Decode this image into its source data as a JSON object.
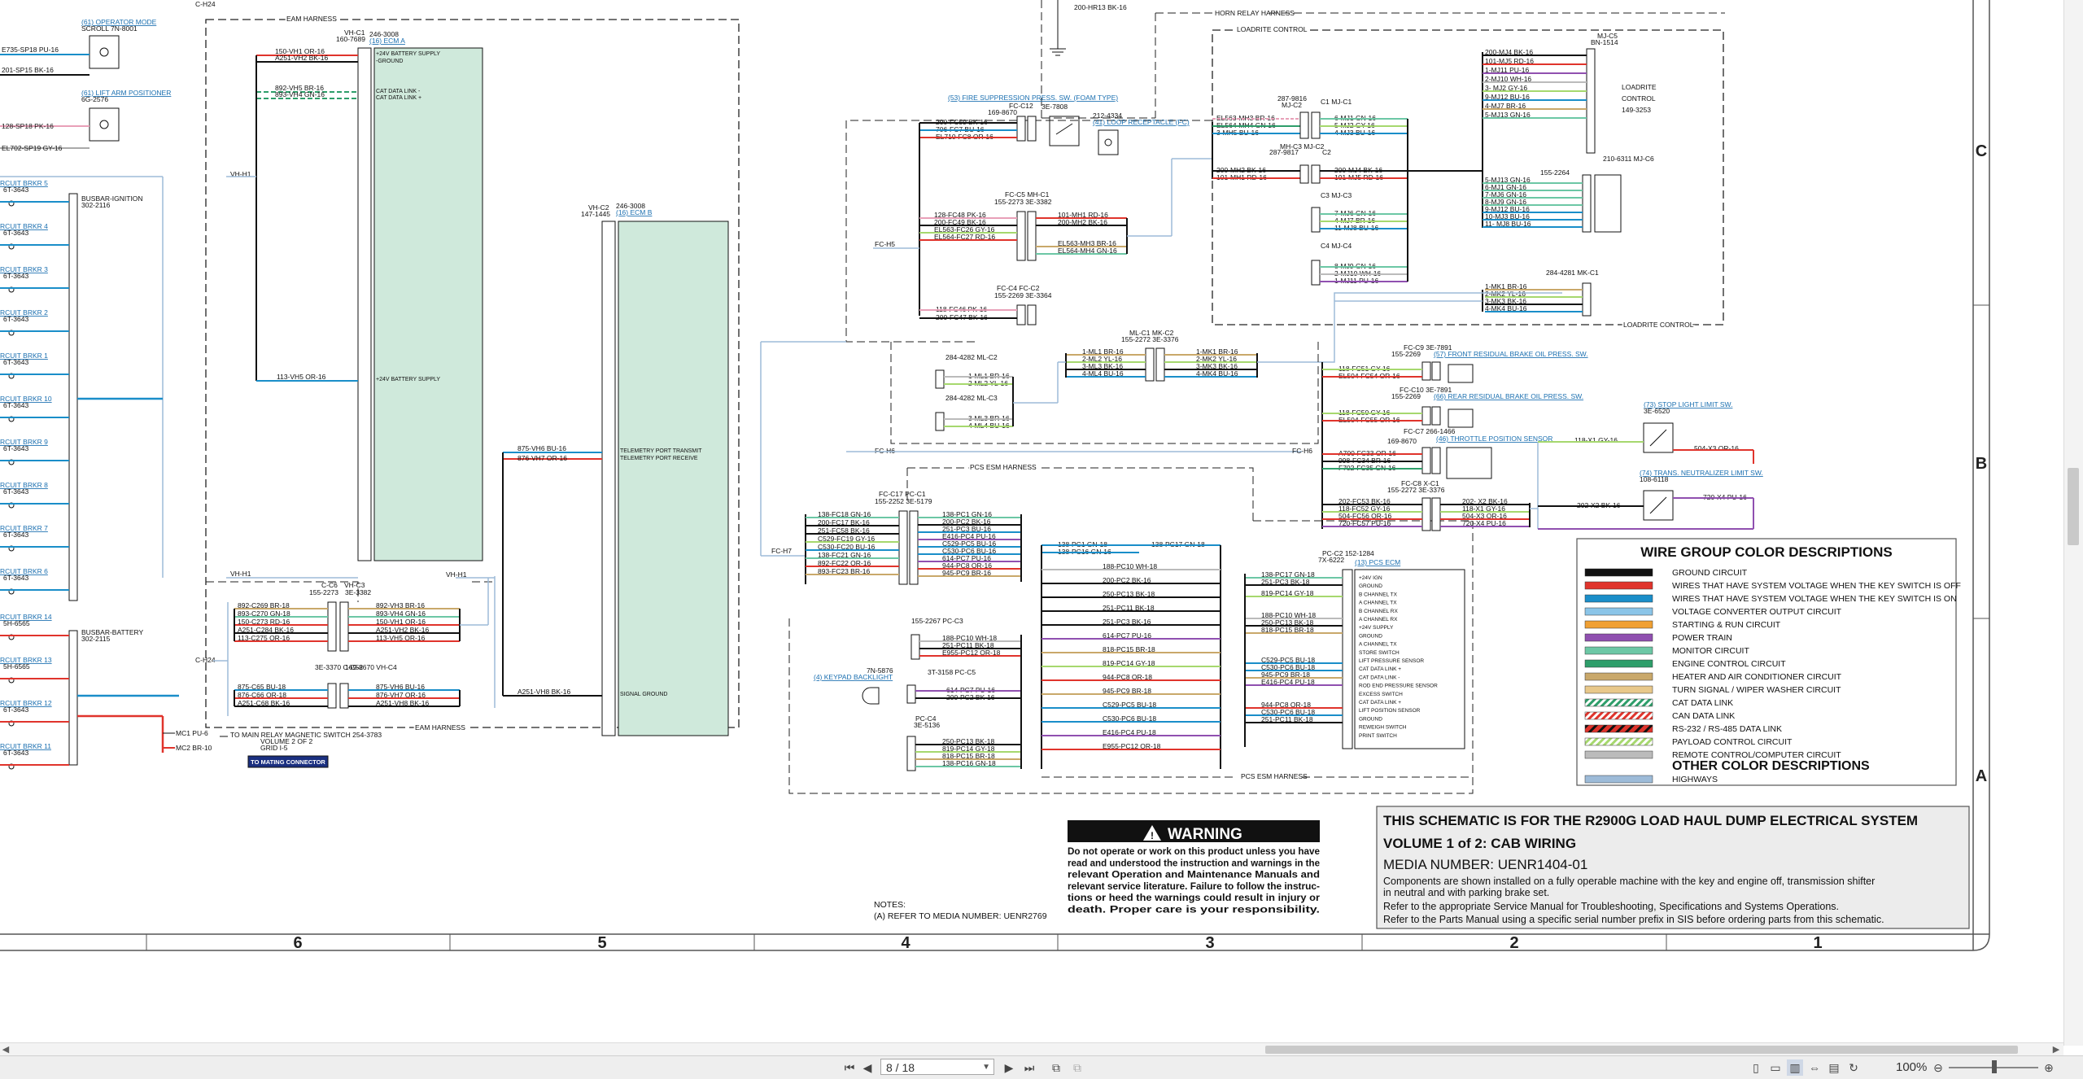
{
  "document": {
    "titleblock": {
      "line1": "THIS SCHEMATIC IS FOR THE R2900G LOAD HAUL DUMP ELECTRICAL SYSTEM",
      "line2": "VOLUME 1 of 2: CAB WIRING",
      "line3": "MEDIA NUMBER: UENR1404-01",
      "line4": "Components are shown installed on a fully operable machine with the key and engine off, transmission shifter",
      "line5": "in neutral and with parking brake set.",
      "line6": "Refer to the appropriate Service Manual for Troubleshooting, Specifications and Systems Operations.",
      "line7": "Refer to the Parts Manual using a specific serial number prefix in SIS before ordering parts from this schematic."
    },
    "warning": {
      "title": "WARNING",
      "lines": [
        "Do not operate or work on this product unless you have",
        "read and understood the instruction and warnings in the",
        "relevant Operation and Maintenance Manuals and",
        "relevant service literature. Failure to follow the instruc-",
        "tions or heed the warnings could result in injury or",
        "death. Proper care is your responsibility."
      ]
    },
    "notes": {
      "title": "NOTES:",
      "item": "(A) REFER TO MEDIA NUMBER: UENR2769"
    },
    "legend": {
      "title": "WIRE GROUP COLOR DESCRIPTIONS",
      "items": [
        {
          "label": "GROUND CIRCUIT",
          "color": "#111111",
          "style": "solid"
        },
        {
          "label": "WIRES THAT HAVE SYSTEM VOLTAGE WHEN THE KEY SWITCH IS OFF",
          "color": "#e0342c",
          "style": "solid"
        },
        {
          "label": "WIRES THAT HAVE SYSTEM VOLTAGE WHEN THE KEY SWITCH IS ON",
          "color": "#1a8ec9",
          "style": "solid"
        },
        {
          "label": "VOLTAGE CONVERTER OUTPUT CIRCUIT",
          "color": "#8bc5e8",
          "style": "solid"
        },
        {
          "label": "STARTING & RUN CIRCUIT",
          "color": "#f0a033",
          "style": "solid"
        },
        {
          "label": "POWER TRAIN",
          "color": "#9050b0",
          "style": "solid"
        },
        {
          "label": "MONITOR CIRCUIT",
          "color": "#6cc7a5",
          "style": "solid"
        },
        {
          "label": "ENGINE CONTROL CIRCUIT",
          "color": "#2e9e6a",
          "style": "solid"
        },
        {
          "label": "HEATER AND AIR CONDITIONER CIRCUIT",
          "color": "#c9a86a",
          "style": "solid"
        },
        {
          "label": "TURN SIGNAL / WIPER WASHER CIRCUIT",
          "color": "#e8c88a",
          "style": "solid"
        },
        {
          "label": "CAT DATA LINK",
          "color": "#2e9e6a",
          "style": "dashed"
        },
        {
          "label": "CAN DATA LINK",
          "color": "#e0342c",
          "style": "dashed2"
        },
        {
          "label": "RS-232 / RS-485 DATA LINK",
          "color": "#e0342c",
          "style": "dashed3"
        },
        {
          "label": "PAYLOAD CONTROL CIRCUIT",
          "color": "#a6d86e",
          "style": "dashed"
        },
        {
          "label": "REMOTE CONTROL/COMPUTER CIRCUIT",
          "color": "#bbbbbb",
          "style": "solid"
        }
      ],
      "other_title": "OTHER COLOR DESCRIPTIONS",
      "other_items": [
        {
          "label": "HIGHWAYS",
          "color": "#9dbbd8",
          "style": "solid"
        }
      ]
    },
    "zones": {
      "columns": [
        "6",
        "5",
        "4",
        "3",
        "2",
        "1"
      ],
      "rows": [
        "C",
        "B",
        "A"
      ]
    },
    "harness_labels": {
      "eam_top": "EAM HARNESS",
      "eam_bottom": "EAM HARNESS",
      "horn": "HORN RELAY HARNESS",
      "loadrite_top": "LOADRITE CONTROL",
      "loadrite_bottom": "LOADRITE CONTROL",
      "pcs_top": "PCS ESM HARNESS",
      "pcs_bottom": "PCS ESM HARNESS"
    },
    "left_column": {
      "operator_mode": "(61) OPERATOR MODE",
      "scroll": "SCROLL 7N-8001",
      "w1": "E735-SP18 PU-16",
      "w2": "201-SP15 BK-16",
      "lift_arm": "(61) LIFT ARM POSITIONER",
      "lift_part": "6G-2576",
      "w3": "128-SP18 PK-16",
      "w4": "EL702-SP19 GY-16",
      "busbar_ign": "BUSBAR-IGNITION",
      "busbar_ign_part": "302-2116",
      "busbar_bat": "BUSBAR-BATTERY",
      "busbar_bat_part": "302-2115",
      "breakers": [
        {
          "name": "RCUIT BRKR 5",
          "part": "6T-3643"
        },
        {
          "name": "RCUIT BRKR 4",
          "part": "6T-3643"
        },
        {
          "name": "RCUIT BRKR 3",
          "part": "6T-3643"
        },
        {
          "name": "RCUIT BRKR 2",
          "part": "6T-3643"
        },
        {
          "name": "RCUIT BRKR 1",
          "part": "6T-3643"
        },
        {
          "name": "RCUIT BRKR 10",
          "part": "6T-3643"
        },
        {
          "name": "RCUIT BRKR 9",
          "part": "6T-3643"
        },
        {
          "name": "RCUIT BRKR 8",
          "part": "6T-3643"
        },
        {
          "name": "RCUIT BRKR 7",
          "part": "6T-3643"
        },
        {
          "name": "RCUIT BRKR 6",
          "part": "6T-3643"
        },
        {
          "name": "RCUIT BRKR 14",
          "part": "5H-6565"
        },
        {
          "name": "RCUIT BRKR 13",
          "part": "5H-6565"
        },
        {
          "name": "RCUIT BRKR 12",
          "part": "6T-3643"
        },
        {
          "name": "RCUIT BRKR 11",
          "part": "6T-3643"
        }
      ],
      "main_relay": "TO MAIN RELAY MAGNETIC SWITCH 254-3783",
      "volume2": "VOLUME 2 OF 2",
      "grid": "GRID I-5",
      "mating": "TO MATING CONNECTOR",
      "mc1": "MC1 PU-6",
      "mc2": "MC2 BR-10"
    },
    "ecm": {
      "vh_c1": "VH-C1",
      "vh_c1_part": "160-7689",
      "ecm_a_part": "246-3008",
      "ecm_a": "(16) ECM A",
      "pins_top": [
        "+24V BATTERY SUPPLY",
        "-GROUND",
        "CAT DATA LINK -",
        "CAT DATA LINK +"
      ],
      "wires_top": [
        "150-VH1 OR-16",
        "A251-VH2 BK-16",
        "892-VH5 BR-16",
        "893-VH4 GN-16"
      ],
      "wire_batt": "113-VH5 OR-16",
      "pin_batt": "+24V BATTERY SUPPLY",
      "vh_c2": "VH-C2",
      "vh_c2_part": "147-1445",
      "ecm_b_part": "246-3008",
      "ecm_b": "(16) ECM B",
      "tele_wires": [
        "875-VH6 BU-16",
        "876-VH7 OR-16"
      ],
      "tele_pins": [
        "TELEMETRY PORT TRANSMIT",
        "TELEMETRY PORT RECEIVE"
      ],
      "sig_wire": "A251-VH8 BK-16",
      "sig_pin": "SIGNAL GROUND",
      "vh_h1": "VH-H1",
      "c_h24": "C-H24",
      "c_c6": "C-C6",
      "c_c6_part": "155-2273",
      "vh_c3": "VH-C3",
      "vh_c3_part": "3E-3382",
      "cc6_wires": [
        "892-C269 BR-18",
        "893-C270 GN-18",
        "150-C273 RD-16",
        "A251-C284 BK-16",
        "113-C275 OR-16"
      ],
      "vhc3_wires": [
        "892-VH3 BR-16",
        "893-VH4 GN-16",
        "150-VH1 OR-16",
        "A251-VH2 BK-16",
        "113-VH5 OR-16"
      ],
      "c_c2": "3E-3370 C-C52",
      "vh_c4": "169-8670 VH-C4",
      "cc2_wires": [
        "875-C65 BU-18",
        "876-C66 OR-18",
        "A251-C68 BK-16"
      ],
      "vhc4_wires": [
        "875-VH6 BU-16",
        "876-VH7 OR-16",
        "A251-VH8 BK-16"
      ]
    },
    "center": {
      "fire_label": "(53) FIRE SUPPRESSION PRESS. SW. (FOAM TYPE)",
      "fc_c12": "FC-C12",
      "fc_c12_part": "169-8670",
      "part_3e7808": "3E-7808",
      "fire_wires": [
        "200-FC59 BK-16",
        "706-FC7 BU-16",
        "EL710-FC8 OR-16"
      ],
      "loop_label": "(41) LOOP RECEPTACLE (FC)",
      "loop_part": "212-4334",
      "fc_c5": "FC-C5 MH-C1",
      "fc_c5_part": "155-2273 3E-3382",
      "fc_c5_wires": [
        "128-FC48 PK-16",
        "200-FC49 BK-16",
        "EL563-FC26 GY-16",
        "EL564-FC27 RD-16"
      ],
      "mh_c1_wires": [
        "101-MH1 RD-16",
        "200-MH2 BK-16",
        "EL563-MH3 BR-16",
        "EL564-MH4 GN-16"
      ],
      "fc_h5": "FC-H5",
      "fc_c4": "FC-C4 FC-C2",
      "fc_c4_part": "155-2269 3E-3364",
      "fc_c4_wires": [
        "118-FC46 PK-16",
        "200-FC47 BK-16"
      ],
      "mh_top": [
        "EL563-MH3 BR-16",
        "EL564-MH4 GN-16",
        "3-MH5 BU-16"
      ],
      "mh_bot": [
        "200-MH2 BK-16",
        "101-MH1 RD-16"
      ],
      "mj_c2": "MJ-C2",
      "mj_c2_part": "287-9816",
      "c1": "C1 MJ-C1",
      "mj_c3": "MH-C3 MJ-C2",
      "mj_c3_part": "287-9817",
      "c2": "C2",
      "mj_top": [
        "6-MJ1 GN-16",
        "5-MJ2 GY-16",
        "4-MJ3 BU-16"
      ],
      "mj_mid": [
        "200-MJ4 BK-16",
        "101-MJ5 RD-16"
      ],
      "c3": "C3 MJ-C3",
      "c3_wires": [
        "7-MJ6 GN-16",
        "4-MJ7 BR-16",
        "11-MJ8 BU-16"
      ],
      "c4": "C4 MJ-C4",
      "c4_wires": [
        "8-MJ9 GN-16",
        "2-MJ10 WH-16",
        "1-MJ11 PU-16"
      ],
      "horn_wire": "200-HR13 BK-16",
      "mk_c1_left": "284-4282 ML-C2",
      "ml_c2_wires": [
        "1-ML1 BR-16",
        "2-ML2 YL-16"
      ],
      "ml_c3": "284-4282 ML-C3",
      "ml_c3_wires": [
        "3-ML3 BR-16",
        "4-ML4 BU-16"
      ],
      "ml_c1": "ML-C1 MK-C2",
      "ml_c1_part": "155-2272 3E-3376",
      "ml_c1_wires": [
        "1-ML1 BR-16",
        "2-ML2 YL-16",
        "3-ML3 BK-16",
        "4-ML4 BU-16"
      ],
      "mk_c2_wires": [
        "1-MK1 BR-16",
        "2-MK2 YL-16",
        "3-MK3 BK-16",
        "4-MK4 BU-16"
      ],
      "fc_h6": "FC-H6",
      "fc_h6b": "FC-H6",
      "fc_h7": "FC-H7",
      "pcs_top_wires_l": [
        "138-FC18 GN-16",
        "200-FC17 BK-16",
        "251-FC58 BK-16",
        "C529-FC19 GY-16",
        "C530-FC20 BU-16",
        "138-FC21 GN-16",
        "892-FC22 OR-16",
        "893-FC23 BR-16"
      ],
      "fc_c17": "FC-C17 PC-C1",
      "fc_c17_part": "155-2252 3E-5179",
      "pcs_top_wires_r": [
        "138-PC1 GN-16",
        "200-PC2 BK-16",
        "251-PC3 BU-16",
        "E416-PC4 PU-16",
        "C529-PC5 BU-16",
        "C530-PC6 BU-16",
        "614-PC7 PU-16",
        "944-PC8 OR-16",
        "945-PC9 BR-16"
      ],
      "pc_c3": "155-2267 PC-C3",
      "pc_c3_wires": [
        "188-PC10 WH-18",
        "251-PC11 BK-18",
        "E955-PC12 OR-18"
      ],
      "keypad": "(4) KEYPAD BACKLIGHT",
      "keypad_part": "7N-5876",
      "pc_c5": "3T-3158 PC-C5",
      "pc_c5_wires": [
        "614-PC7 PU-16",
        "200-PC2 BK-16"
      ],
      "pc_c4": "PC-C4",
      "pc_c4_part": "3E-5136",
      "pc_c4_wires": [
        "250-PC13 BK-18",
        "819-PC14 GY-18",
        "818-PC15 BR-18",
        "138-PC16 GN-18"
      ],
      "pcs_mid_wires_l": [
        "138-PC1 GN-18",
        "138-PC16 GN-16"
      ],
      "pcs_mid_wires_r": [
        "138-PC17 GN-18"
      ],
      "bundle": [
        "188-PC10 WH-18",
        "200-PC2 BK-16",
        "250-PC13 BK-18",
        "251-PC11 BK-18",
        "251-PC3 BK-16",
        "614-PC7 PU-16",
        "818-PC15 BR-18",
        "819-PC14 GY-18",
        "944-PC8 OR-18",
        "945-PC9 BR-18",
        "C529-PC5 BU-18",
        "C530-PC6 BU-18",
        "E416-PC4 PU-18",
        "E955-PC12 OR-18"
      ],
      "pc_c2": "PC-C2 152-1284",
      "pc_c2_part": "7X-6222",
      "pcs_ecm": "(13) PCS ECM",
      "pcs_ecm_wires": [
        "138-PC17 GN-18",
        "251-PC3 BK-18",
        "819-PC14 GY-18",
        "188-PC10 WH-18",
        "250-PC13 BK-18",
        "818-PC15 BR-18",
        "C529-PC5 BU-18",
        "C530-PC6 BU-18",
        "945-PC9 BR-18",
        "E416-PC4 PU-18",
        "944-PC8 OR-18",
        "C530-PC6 BU-18",
        "251-PC11 BK-18"
      ],
      "pcs_ecm_pins": [
        "+24V IGN",
        "GROUND",
        "B CHANNEL TX",
        "A CHANNEL TX",
        "B CHANNEL RX",
        "A CHANNEL RX",
        "+24V SUPPLY",
        "GROUND",
        "A CHANNEL TX",
        "STORE SWITCH",
        "LIFT PRESSURE SENSOR",
        "CAT DATA LINK +",
        "CAT DATA LINK -",
        "ROD END PRESSURE SENSOR",
        "EXCESS SWITCH",
        "CAT DATA LINK +",
        "LIFT POSITION SENSOR",
        "GROUND",
        "REWEIGH SWITCH",
        "PRINT SWITCH"
      ]
    },
    "right": {
      "mj_c5": "MJ-C5",
      "mj_c5_part": "BN-1514",
      "loadrite": "LOADRITE",
      "control": "CONTROL",
      "loadrite_part": "149-3253",
      "mj_c5_wires": [
        "200-MJ4 BK-16",
        "101-MJ5 RD-16",
        "1-MJ11 PU-16",
        "2-MJ10 WH-16",
        "3- MJ2 GY-16",
        "9-MJ12 BU-16",
        "4-MJ7 BR-16",
        "5-MJ13 GN-16"
      ],
      "mj_c6": "210-6311 MJ-C6",
      "mj_c6_label": "155-2264",
      "mj_c6_wires": [
        "5-MJ13 GN-16",
        "6-MJ1 GN-16",
        "7-MJ6 GN-16",
        "8-MJ9 GN-16",
        "9-MJ12 BU-16",
        "10-MJ3 BU-16",
        "11- MJ8 BU-16"
      ],
      "mk_c1": "284-4281 MK-C1",
      "mk_c1_wires": [
        "1-MK1 BR-16",
        "2-MK2 YL-16",
        "3-MK3 BK-16",
        "4-MK4 BU-16"
      ],
      "brake1": "(57) FRONT RESIDUAL BRAKE OIL PRESS. SW.",
      "fc_c9": "FC-C9 3E-7891",
      "fc_c9_part": "155-2269",
      "brake1_wires": [
        "118-FC51 GY-16",
        "EL504-FC54 OR-16"
      ],
      "brake2": "(66) REAR RESIDUAL BRAKE OIL PRESS. SW.",
      "fc_c10": "FC-C10 3E-7891",
      "fc_c10_part": "155-2269",
      "brake2_wires": [
        "118-FC50 GY-16",
        "EL504-FC55 OR-16"
      ],
      "throttle": "(46) THROTTLE POSITION SENSOR",
      "fc_c7": "FC-C7 266-1466",
      "fc_c7_part": "169-8670",
      "throttle_wires": [
        "A700-FC33 OR-16",
        "998-FC34 BR-16",
        "F702-FC35 GN-16"
      ],
      "fc_c8": "FC-C8 X-C1",
      "fc_c8_part": "155-2272 3E-3376",
      "x_wires_l": [
        "202-FC53 BK-16",
        "118-FC52 GY-16",
        "504-FC56 OR-16",
        "720-FC57 PU-16"
      ],
      "x_wires_r": [
        "202- X2 BK-16",
        "118-X1 GY-16",
        "504-X3 OR-16",
        "720-X4 PU-16"
      ],
      "stop": "(73) STOP LIGHT LIMIT SW.",
      "stop_part": "3E-6520",
      "stop_wire_l": "118-X1 GY-16",
      "stop_wire_r": "504-X3 OR-16",
      "neutral": "(74) TRANS. NEUTRALIZER LIMIT SW.",
      "neutral_part": "108-6118",
      "neutral_wire_l": "202-X2 BK-16",
      "neutral_wire_r": "720-X4 PU-16"
    }
  },
  "viewer": {
    "page_value": "8 / 18",
    "zoom": "100%"
  }
}
